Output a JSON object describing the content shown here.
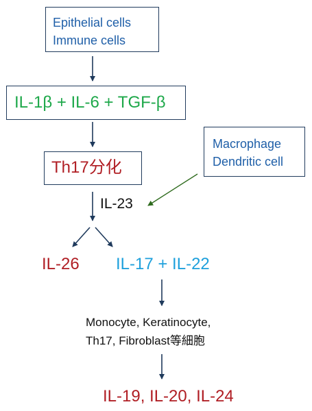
{
  "colors": {
    "arrow": "#1f3a5c",
    "green_arrow": "#2f6b1e",
    "blue_text": "#1f5fa8",
    "green_text": "#1ea84a",
    "red_text": "#b01e24",
    "cyan_text": "#1ea0dc",
    "black_text": "#111111"
  },
  "nodes": {
    "source_cells": {
      "lines": [
        "Epithelial cells",
        "Immune cells"
      ]
    },
    "cytokines": {
      "label": "IL-1β + IL-6 + TGF-β"
    },
    "th17": {
      "label": "Th17分化"
    },
    "apc_cells": {
      "lines": [
        "Macrophage",
        "Dendritic cell"
      ]
    },
    "il23": {
      "label": "IL-23"
    },
    "il26": {
      "label": "IL-26"
    },
    "il17_22": {
      "label": "IL-17 + IL-22"
    },
    "target_cells": {
      "lines": [
        "Monocyte, Keratinocyte,",
        "Th17, Fibroblast等細胞"
      ]
    },
    "final": {
      "label": "IL-19, IL-20, IL-24"
    }
  }
}
